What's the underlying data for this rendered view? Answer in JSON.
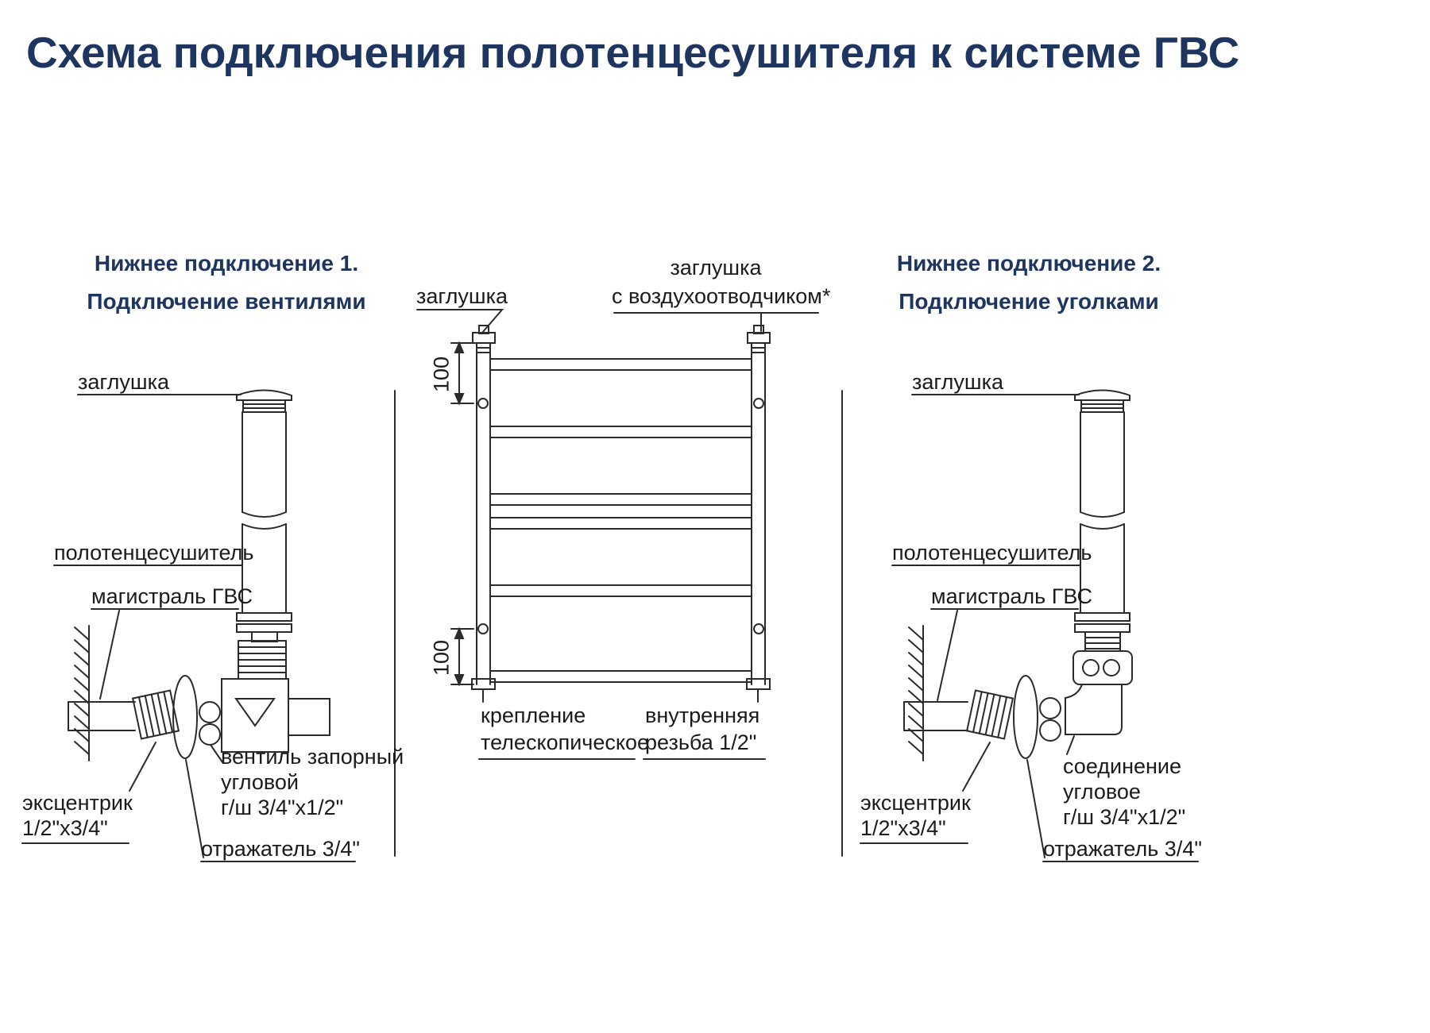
{
  "page": {
    "title": "Схема подключения полотенцесушителя к системе ГВС"
  },
  "left_section": {
    "heading_line1": "Нижнее подключение 1.",
    "heading_line2": "Подключение вентилями",
    "plug": "заглушка",
    "towel_rail": "полотенцесушитель",
    "hws_main": "магистраль ГВС",
    "valve_line1": "вентиль запорный",
    "valve_line2": "угловой",
    "valve_line3": "г/ш 3/4\"х1/2\"",
    "eccentric_line1": "эксцентрик",
    "eccentric_line2": "1/2\"х3/4\"",
    "reflector": "отражатель 3/4\""
  },
  "center_section": {
    "plug": "заглушка",
    "air_vent_plug_line1": "заглушка",
    "air_vent_plug_line2": "с воздухоотводчиком*",
    "dim_top": "100",
    "dim_bottom": "100",
    "mount_line1": "крепление",
    "mount_line2": "телескопическое",
    "thread_line1": "внутренняя",
    "thread_line2": "резьба 1/2\""
  },
  "right_section": {
    "heading_line1": "Нижнее подключение 2.",
    "heading_line2": "Подключение уголками",
    "plug": "заглушка",
    "towel_rail": "полотенцесушитель",
    "hws_main": "магистраль ГВС",
    "corner_line1": "соединение",
    "corner_line2": "угловое",
    "corner_line3": "г/ш 3/4\"х1/2\"",
    "eccentric_line1": "эксцентрик",
    "eccentric_line2": "1/2\"х3/4\"",
    "reflector": "отражатель 3/4\""
  },
  "colors": {
    "heading": "#1e3560",
    "label": "#1b1b1b",
    "line": "#2b2b2b"
  }
}
